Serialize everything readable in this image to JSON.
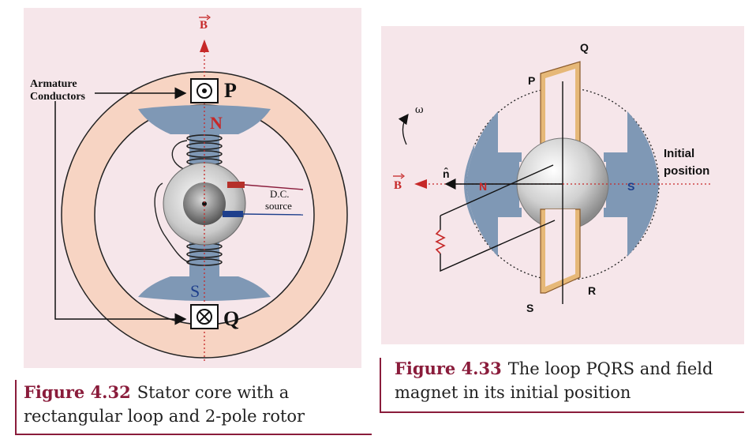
{
  "figures": [
    {
      "number": "Figure 4.32",
      "caption_line1": "Stator core with a",
      "caption_line2": "rectangular loop and 2-pole rotor",
      "labels": {
        "field_vector": "B",
        "armature_line1": "Armature",
        "armature_line2": "Conductors",
        "top_conductor": "P",
        "bottom_conductor": "Q",
        "north_pole": "N",
        "south_pole": "S",
        "source_line1": "D.C.",
        "source_line2": "source"
      }
    },
    {
      "number": "Figure 4.33",
      "caption_line1": "The loop PQRS and field",
      "caption_line2": "magnet in its initial position",
      "labels": {
        "corner_p": "P",
        "corner_q": "Q",
        "corner_r": "R",
        "corner_s": "S",
        "angular_velocity": "ω",
        "field_vector": "B",
        "normal_vector": "n̂",
        "north_pole": "N",
        "south_pole": "S",
        "initial_line1": "Initial",
        "initial_line2": "position"
      }
    }
  ],
  "colors": {
    "panel_bg": "#f6e6ea",
    "stator_ring": "#f7d4c3",
    "pole_blue": "#7f98b5",
    "field_red": "#c62828",
    "accent_maroon": "#8a1c3b",
    "loop_tan": "#e6b878"
  }
}
